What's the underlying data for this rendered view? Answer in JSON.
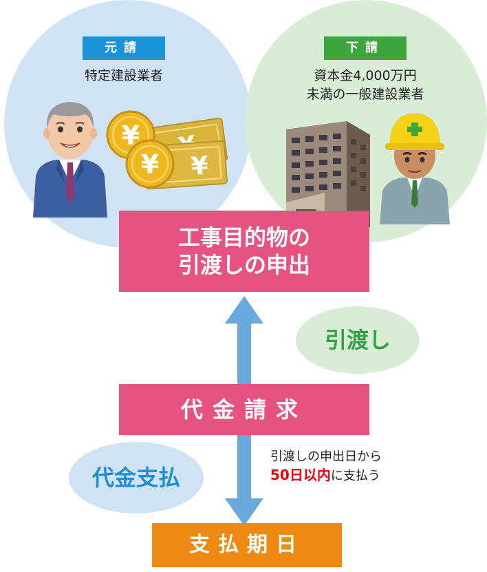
{
  "left": {
    "tag": "元請",
    "desc": "特定建設業者",
    "tag_color": "#1a93d7",
    "circle_color": "#cfe3f5"
  },
  "right": {
    "tag": "下請",
    "desc_line1": "資本金4,000万円",
    "desc_line2": "未満の一般建設業者",
    "tag_color": "#3ea63f",
    "circle_color": "#d8ecd6"
  },
  "top_box": {
    "line1": "工事目的物の",
    "line2": "引渡しの申出"
  },
  "delivery_label": "引渡し",
  "middle_box": "代金請求",
  "payment_label": "代金支払",
  "note": {
    "line1": "引渡しの申出日から",
    "highlight": "50日以内",
    "rest": "に支払う"
  },
  "bottom_box": "支払期日",
  "colors": {
    "pink": "#e65380",
    "orange": "#ee8a14",
    "arrow": "#6aa9db",
    "green_text": "#35a046",
    "blue_text": "#1f8ed0",
    "note_red": "#e60012"
  },
  "icons": [
    "businessman-icon",
    "yen-coins-bills-icon",
    "office-building-icon",
    "construction-worker-icon"
  ]
}
